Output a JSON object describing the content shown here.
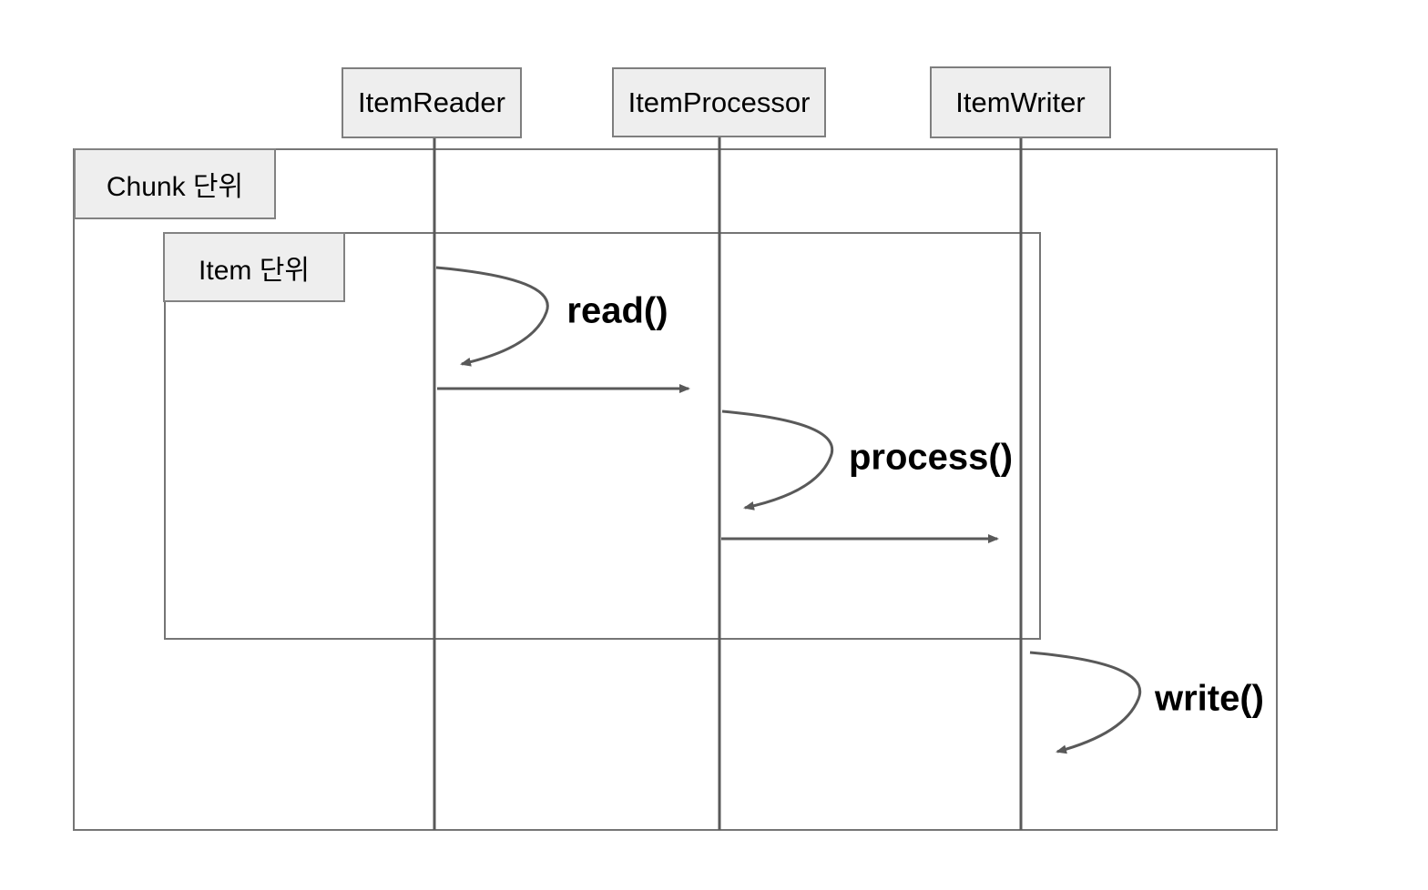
{
  "diagram": {
    "participants": [
      {
        "label": "ItemReader"
      },
      {
        "label": "ItemProcessor"
      },
      {
        "label": "ItemWriter"
      }
    ],
    "frames": [
      {
        "label": "Chunk 단위"
      },
      {
        "label": "Item 단위"
      }
    ],
    "messages": [
      {
        "label": "read()"
      },
      {
        "label": "process()"
      },
      {
        "label": "write()"
      }
    ],
    "colors": {
      "line": "#595959",
      "frame_border": "#757575",
      "box_fill": "#eeeeee",
      "box_border": "#7e7e7e",
      "text": "#000000",
      "background": "#ffffff"
    }
  }
}
